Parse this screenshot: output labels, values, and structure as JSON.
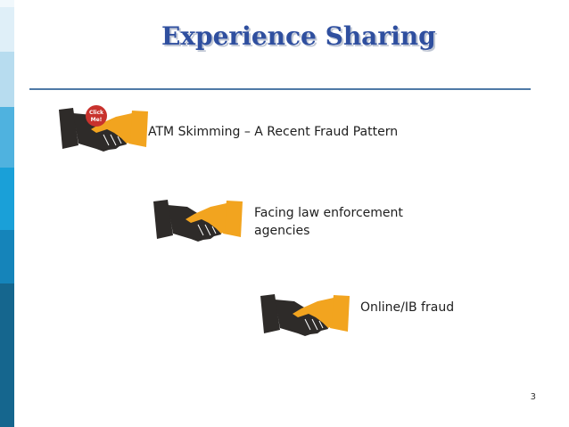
{
  "slide": {
    "title": "Experience Sharing",
    "page_number": "3"
  },
  "badge": {
    "line1": "Click",
    "line2": "Me!"
  },
  "items": [
    {
      "label": "ATM Skimming – A Recent Fraud Pattern",
      "icon": "handshake-icon"
    },
    {
      "label_line1": "Facing law enforcement",
      "label_line2": "agencies",
      "icon": "handshake-icon"
    },
    {
      "label": "Online/IB fraud",
      "icon": "handshake-icon"
    }
  ],
  "colors": {
    "title": "#2f4f9f",
    "rule": "#4f7aa6",
    "dark_hand": "#2e2b29",
    "yellow_hand": "#f2a41f",
    "badge": "#c8322d"
  }
}
